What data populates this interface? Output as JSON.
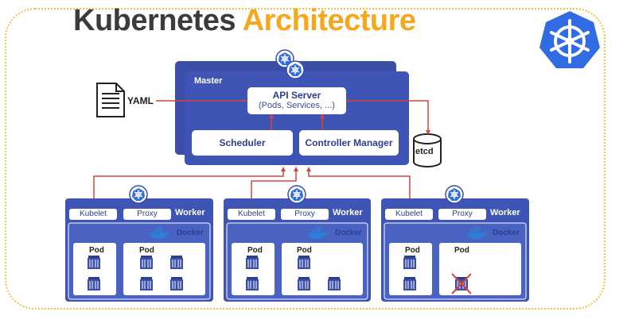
{
  "title": {
    "part1": "Kubernetes",
    "part2": "Architecture"
  },
  "master": {
    "label": "Master",
    "api_server": {
      "title": "API Server",
      "subtitle": "(Pods, Services, ...)"
    },
    "scheduler": "Scheduler",
    "controller_manager": "Controller Manager"
  },
  "yaml_label": "YAML",
  "etcd_label": "etcd",
  "workers": [
    {
      "label": "Worker",
      "kubelet": "Kubelet",
      "proxy": "Proxy",
      "docker": "Docker",
      "pod1": "Pod",
      "pod2": "Pod",
      "pod2_containers": 4,
      "crossed": false
    },
    {
      "label": "Worker",
      "kubelet": "Kubelet",
      "proxy": "Proxy",
      "docker": "Docker",
      "pod1": "Pod",
      "pod2": "Pod",
      "pod2_containers": 3,
      "crossed": false
    },
    {
      "label": "Worker",
      "kubelet": "Kubelet",
      "proxy": "Proxy",
      "docker": "Docker",
      "pod1": "Pod",
      "pod2": "Pod",
      "pod2_containers": 1,
      "crossed": true
    }
  ],
  "colors": {
    "blue": "#3b4fa8",
    "dark_blue": "#2c3e8f",
    "light_blue": "#4a63c2",
    "accent_red": "#d9433f",
    "title_dark": "#3b3b3b",
    "title_orange": "#f6a71c",
    "logo_blue": "#326ce5"
  }
}
